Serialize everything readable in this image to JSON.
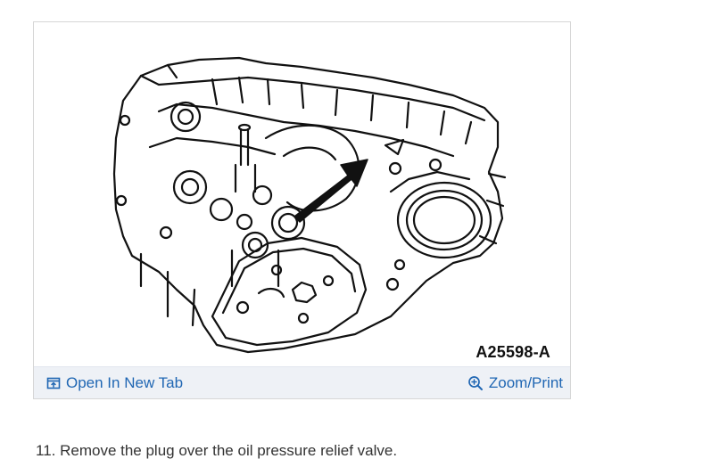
{
  "figure": {
    "code": "A25598-A",
    "open_tab_label": "Open In New Tab",
    "zoom_label": "Zoom/Print",
    "icons": {
      "open_tab": "open-in-new-tab-icon",
      "zoom": "zoom-in-icon"
    },
    "link_color": "#1f66b3",
    "toolbar_bg": "#eef1f6"
  },
  "step": {
    "text": "11. Remove the plug over the oil pressure relief valve."
  }
}
